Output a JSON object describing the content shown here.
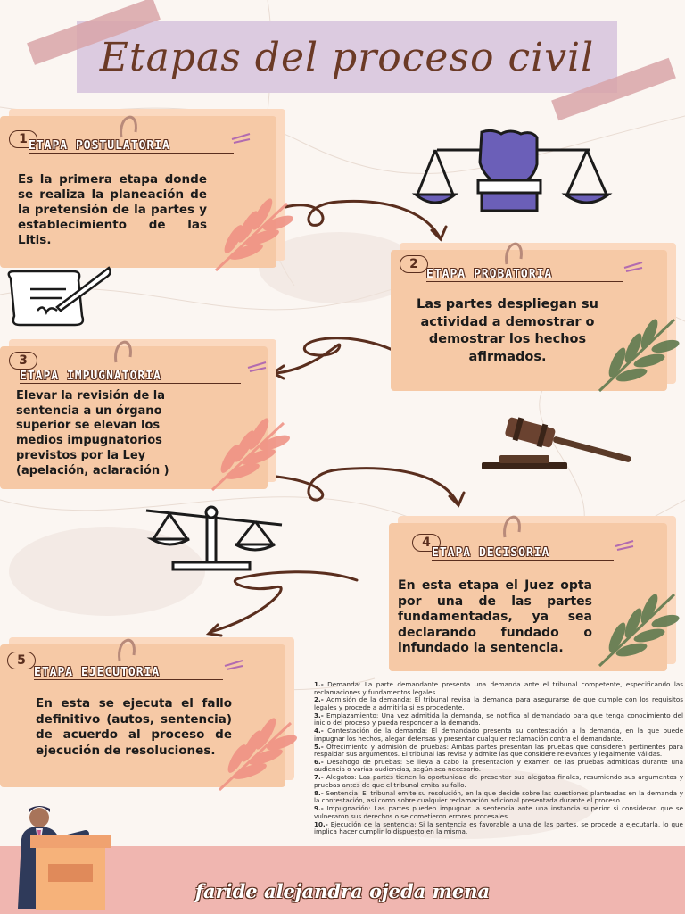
{
  "title": "Etapas del proceso civil",
  "stages": [
    {
      "number": "1",
      "title": "ETAPA POSTULATORIA",
      "text": "Es la primera etapa donde se realiza la planeación de la pretensión de la partes y establecimiento de las Litis."
    },
    {
      "number": "2",
      "title": "ETAPA PROBATORIA",
      "text": "Las partes despliegan su actividad a demostrar o demostrar los hechos afirmados."
    },
    {
      "number": "3",
      "title": "ETAPA IMPUGNATORIA",
      "text": "Elevar la revisión de la sentencia a un órgano superior se elevan los medios impugnatorios previstos por la Ley (apelación, aclaración )"
    },
    {
      "number": "4",
      "title": "ETAPA DECISORIA",
      "text": "En esta etapa el Juez opta por una de las partes fundamentadas, ya sea declarando fundado o infundado la sentencia."
    },
    {
      "number": "5",
      "title": "ETAPA EJECUTORIA",
      "text": "En esta se ejecuta el fallo definitivo (autos, sentencia) de acuerdo al proceso de ejecución de resoluciones."
    }
  ],
  "glossary": [
    {
      "num": "1.-",
      "text": "Demanda: La parte demandante presenta una demanda ante el tribunal competente, especificando las reclamaciones y fundamentos legales."
    },
    {
      "num": "2.-",
      "text": "Admisión de la demanda: El tribunal revisa la demanda para asegurarse de que cumple con los requisitos legales y procede a admitirla si es procedente."
    },
    {
      "num": "3.-",
      "text": "Emplazamiento: Una vez admitida la demanda, se notifica al demandado para que tenga conocimiento del inicio del proceso y pueda responder a la demanda."
    },
    {
      "num": "4.-",
      "text": "Contestación de la demanda: El demandado presenta su contestación a la demanda, en la que puede impugnar los hechos, alegar defensas y presentar cualquier reclamación contra el demandante."
    },
    {
      "num": "5.-",
      "text": "Ofrecimiento y admisión de pruebas: Ambas partes presentan las pruebas que consideren pertinentes para respaldar sus argumentos. El tribunal las revisa y admite las que considere relevantes y legalmente válidas."
    },
    {
      "num": "6.-",
      "text": "Desahogo de pruebas: Se lleva a cabo la presentación y examen de las pruebas admitidas durante una audiencia o varias audiencias, según sea necesario."
    },
    {
      "num": "7.-",
      "text": "Alegatos: Las partes tienen la oportunidad de presentar sus alegatos finales, resumiendo sus argumentos y pruebas antes de que el tribunal emita su fallo."
    },
    {
      "num": "8.-",
      "text": "Sentencia: El tribunal emite su resolución, en la que decide sobre las cuestiones planteadas en la demanda y la contestación, así como sobre cualquier reclamación adicional presentada durante el proceso."
    },
    {
      "num": "9.-",
      "text": "Impugnación: Las partes pueden impugnar la sentencia ante una instancia superior si consideran que se vulneraron sus derechos o se cometieron errores procesales."
    },
    {
      "num": "10.-",
      "text": "Ejecución de la sentencia: Si la sentencia es favorable a una de las partes, se procede a ejecutarla, lo que implica hacer cumplir lo dispuesto en la misma."
    }
  ],
  "author": "faride alejandra ojeda mena",
  "colors": {
    "card": "#f6c9a6",
    "title_band": "#dccbe0",
    "accent_brown": "#5a2e1e",
    "bottom_band": "#f0b6b0",
    "leaf_pink": "#ef8f82",
    "leaf_green": "#5f7a4f",
    "fist_purple": "#6b5fb8"
  },
  "icons": [
    "scales-fist-icon",
    "scroll-quill-icon",
    "gavel-icon",
    "balance-scale-icon",
    "leaf-branch-icon",
    "lawyer-podium-icon",
    "curved-arrow-icon",
    "sparkle-icon"
  ]
}
